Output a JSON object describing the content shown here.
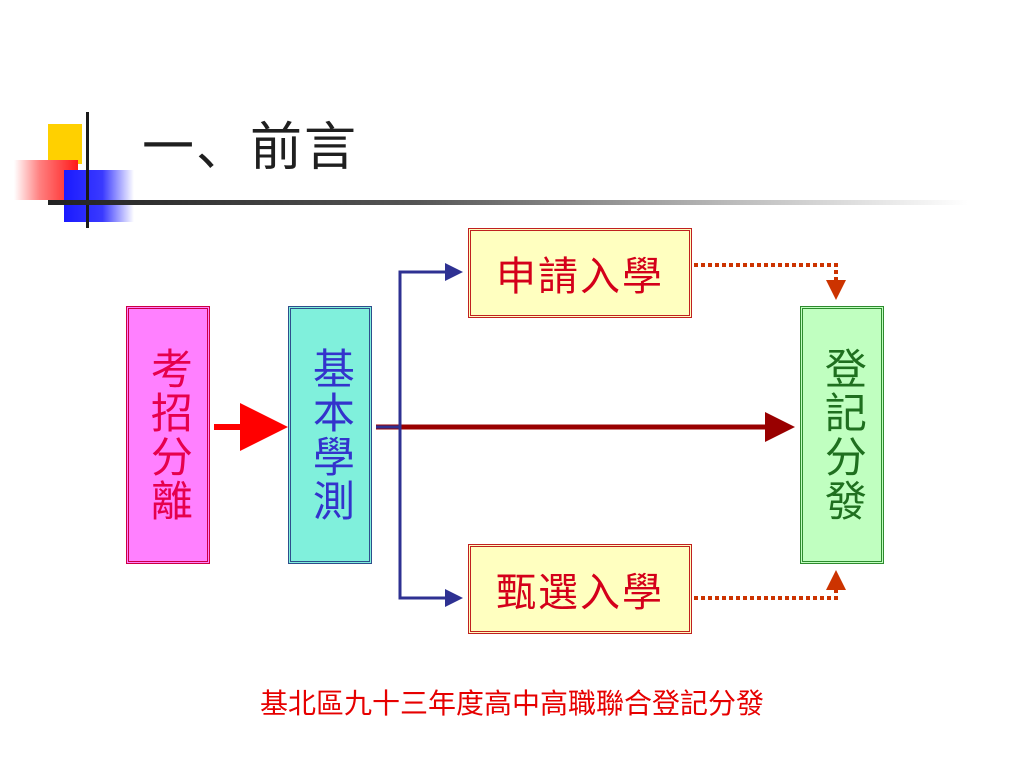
{
  "slide": {
    "title": "一、前言",
    "caption": "基北區九十三年度高中高職聯合登記分發"
  },
  "diagram": {
    "nodes": {
      "kaozhao_fenli": "考招分離",
      "jiben_xuece": "基本學測",
      "shenqing_ruxue": "申請入學",
      "zhenxuan_ruxue": "甄選入學",
      "dengji_fenfa": "登記分發"
    }
  },
  "colors": {
    "caption": "#e60000",
    "arrow_red": "#ff0000",
    "arrow_darkred": "#990000",
    "arrow_blue": "#2e3192",
    "arrow_dotted": "#cc3300"
  }
}
